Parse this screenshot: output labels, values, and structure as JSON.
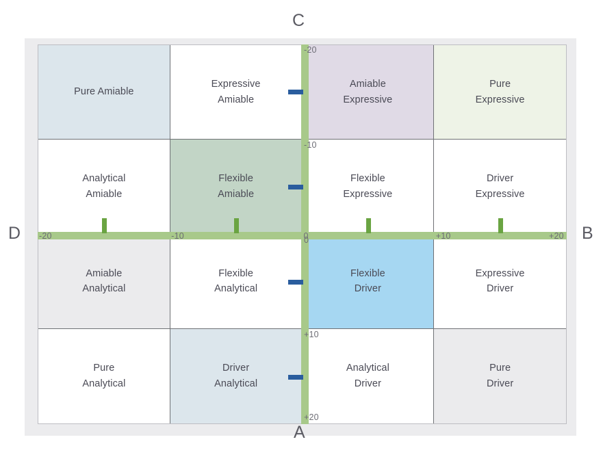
{
  "chart_data": {
    "type": "heatmap",
    "title": "",
    "xlabel": "",
    "ylabel": "",
    "xlim": [
      -20,
      20
    ],
    "ylim": [
      -20,
      20
    ],
    "grid": true,
    "legend": "none",
    "axis_endpoints": {
      "top": "C",
      "bottom": "A",
      "left": "D",
      "right": "B"
    },
    "x_tick_labels": [
      "-20",
      "-10",
      "0",
      "+10",
      "+20"
    ],
    "y_tick_labels": [
      "-20",
      "-10",
      "0",
      "+10",
      "+20"
    ],
    "x_ticks": [
      -15,
      -5,
      5,
      15
    ],
    "y_ticks": [
      -15,
      -5,
      5,
      15
    ],
    "columns": [
      "-20 to -10",
      "-10 to 0",
      "0 to +10",
      "+10 to +20"
    ],
    "rows": [
      "-20 to -10",
      "-10 to 0",
      "0 to +10",
      "+10 to +20"
    ],
    "cells": [
      {
        "label": "Pure Amiable",
        "row": 0,
        "col": 0,
        "fill": "#dce6ec"
      },
      {
        "label": "Expressive\nAmiable",
        "row": 0,
        "col": 1,
        "fill": "#ffffff"
      },
      {
        "label": "Amiable\nExpressive",
        "row": 0,
        "col": 2,
        "fill": "#e0dae6"
      },
      {
        "label": "Pure\nExpressive",
        "row": 0,
        "col": 3,
        "fill": "#eef3e7"
      },
      {
        "label": "Analytical\nAmiable",
        "row": 1,
        "col": 0,
        "fill": "#ffffff"
      },
      {
        "label": "Flexible\nAmiable",
        "row": 1,
        "col": 1,
        "fill": "#c2d5c6"
      },
      {
        "label": "Flexible\nExpressive",
        "row": 1,
        "col": 2,
        "fill": "#ffffff"
      },
      {
        "label": "Driver\nExpressive",
        "row": 1,
        "col": 3,
        "fill": "#ffffff"
      },
      {
        "label": "Amiable\nAnalytical",
        "row": 2,
        "col": 0,
        "fill": "#ebebed"
      },
      {
        "label": "Flexible\nAnalytical",
        "row": 2,
        "col": 1,
        "fill": "#ffffff"
      },
      {
        "label": "Flexible\nDriver",
        "row": 2,
        "col": 2,
        "fill": "#a6d7f2"
      },
      {
        "label": "Expressive\nDriver",
        "row": 2,
        "col": 3,
        "fill": "#ffffff"
      },
      {
        "label": "Pure\nAnalytical",
        "row": 3,
        "col": 0,
        "fill": "#ffffff"
      },
      {
        "label": "Driver\nAnalytical",
        "row": 3,
        "col": 1,
        "fill": "#dce6ec"
      },
      {
        "label": "Analytical\nDriver",
        "row": 3,
        "col": 2,
        "fill": "#ffffff"
      },
      {
        "label": "Pure\nDriver",
        "row": 3,
        "col": 3,
        "fill": "#ebebed"
      }
    ],
    "colors": {
      "axis_band": "#a8c98a",
      "x_tick_mark": "#6aa442",
      "y_tick_mark": "#2a5d9e",
      "grid_line": "#6f7175",
      "panel_background": "#ececee",
      "text": "#4a4a55"
    }
  }
}
